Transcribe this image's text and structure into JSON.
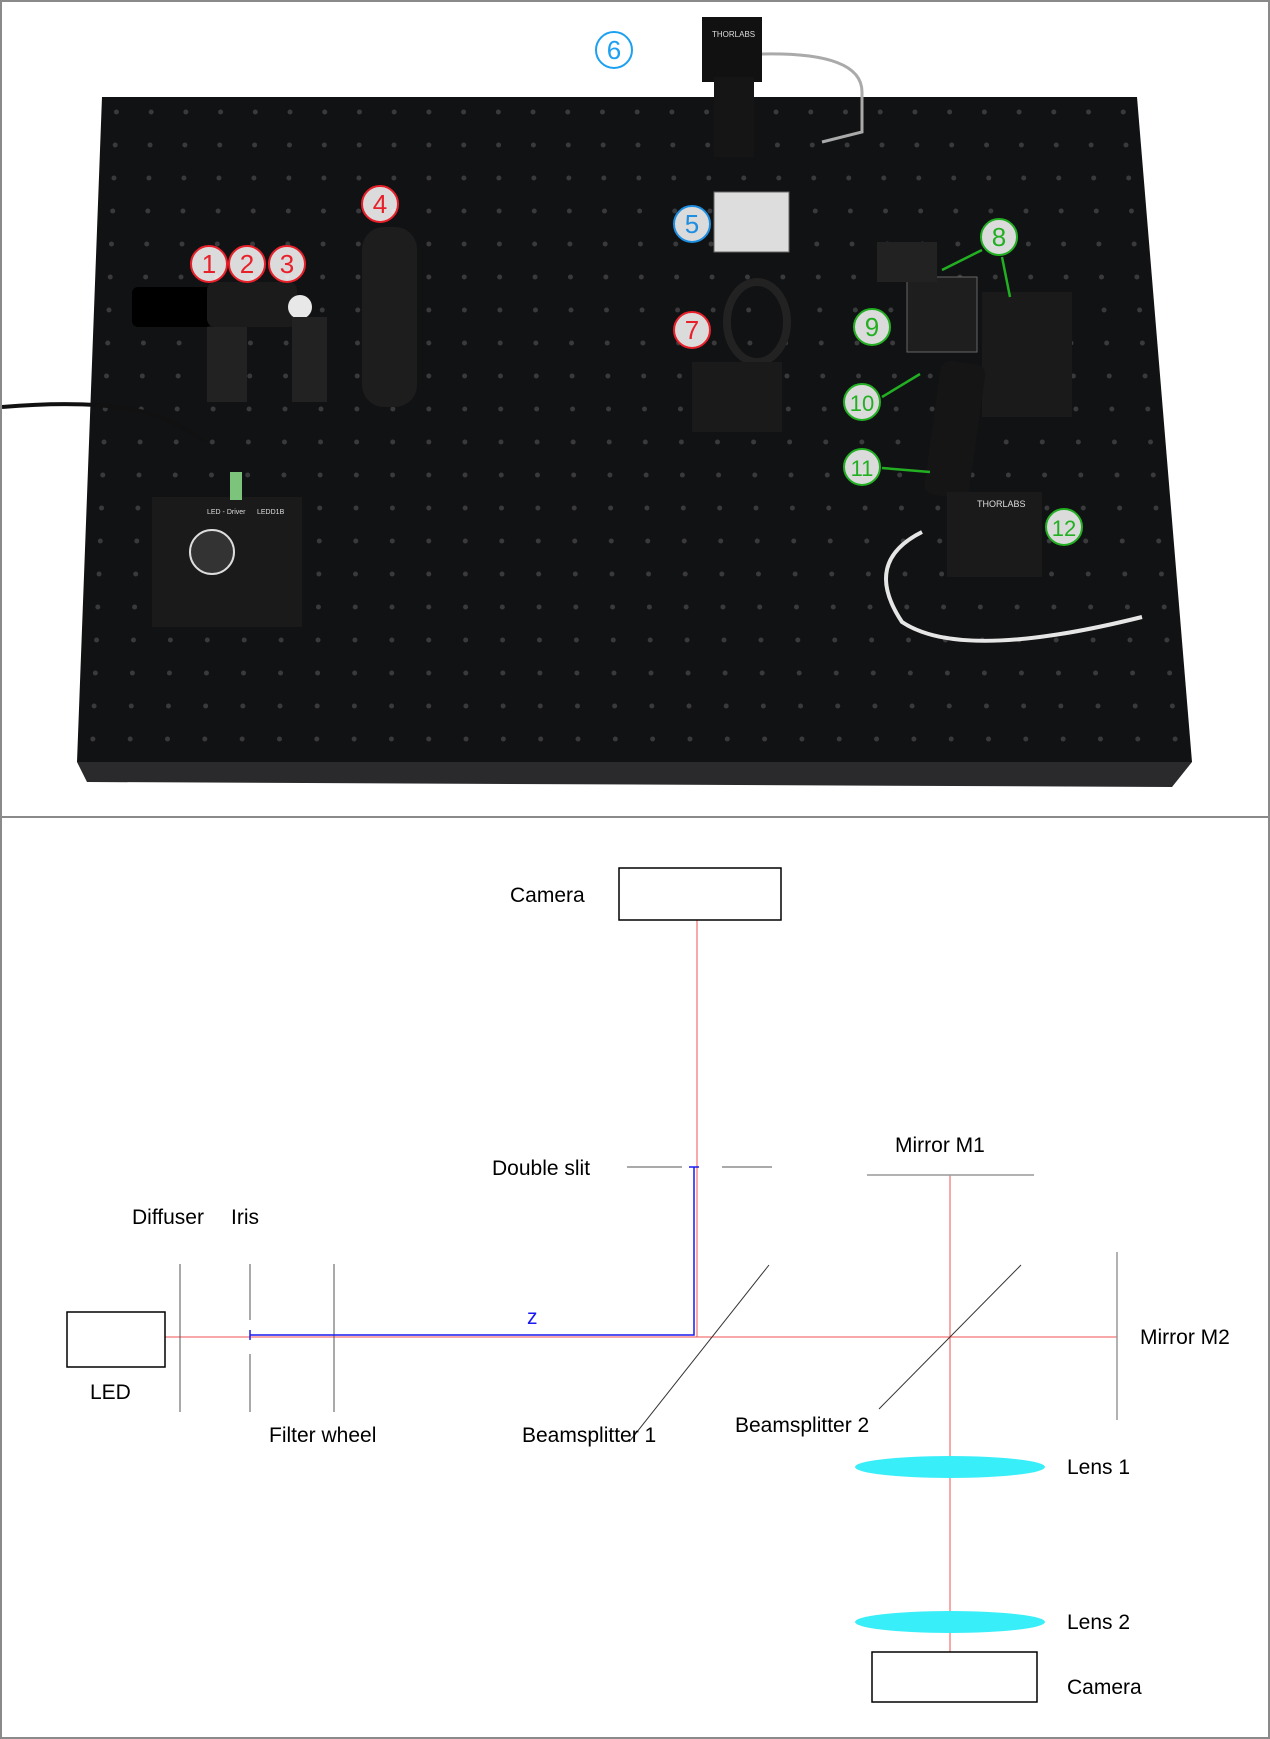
{
  "photo": {
    "markers": [
      {
        "label": "1",
        "color": "#e8202a"
      },
      {
        "label": "2",
        "color": "#e8202a"
      },
      {
        "label": "3",
        "color": "#e8202a"
      },
      {
        "label": "4",
        "color": "#e8202a"
      },
      {
        "label": "5",
        "color": "#1e8fe0"
      },
      {
        "label": "6",
        "color": "#1ea0f0"
      },
      {
        "label": "7",
        "color": "#e8202a"
      },
      {
        "label": "8",
        "color": "#22b022"
      },
      {
        "label": "9",
        "color": "#22b022"
      },
      {
        "label": "10",
        "color": "#22b022"
      },
      {
        "label": "11",
        "color": "#22b022"
      },
      {
        "label": "12",
        "color": "#22b022"
      }
    ],
    "device_text": {
      "thorlabs": "THORLABS",
      "led_driver": "LED - Driver",
      "driver_model": "LEDD1B"
    }
  },
  "diagram": {
    "labels": {
      "camera_top": "Camera",
      "double_slit": "Double slit",
      "mirror_m1": "Mirror M1",
      "diffuser": "Diffuser",
      "iris": "Iris",
      "led": "LED",
      "filter_wheel": "Filter wheel",
      "z": "z",
      "beamsplitter1": "Beamsplitter 1",
      "beamsplitter2": "Beamsplitter 2",
      "mirror_m2": "Mirror M2",
      "lens1": "Lens 1",
      "lens2": "Lens 2",
      "camera_bottom": "Camera"
    },
    "colors": {
      "beam": "#f05050",
      "distance": "#1a1af0",
      "lens": "#38eef8",
      "optics": "#555555"
    }
  }
}
